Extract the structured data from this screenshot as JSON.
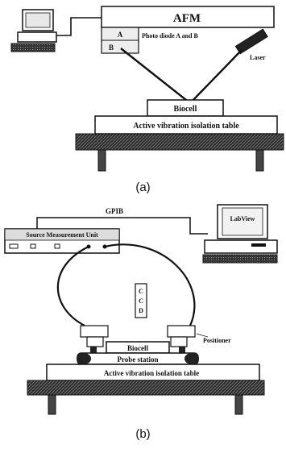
{
  "panel_a": {
    "afm_label": "AFM",
    "photodiode_a": "A",
    "photodiode_b": "B",
    "photodiode_caption": "Photo diode A and B",
    "laser_label": "Laser",
    "biocell_label": "Biocell",
    "table_label": "Active vibration isolation table",
    "caption": "(a)"
  },
  "panel_b": {
    "gpib_label": "GPIB",
    "smu_label": "Source Measurement Unit",
    "labview_label": "LabView",
    "ccd_letters": [
      "C",
      "C",
      "D"
    ],
    "positioner_label": "Positioner",
    "biocell_label": "Biocell",
    "probe_station_label": "Probe station",
    "table_label": "Active vibration isolation table",
    "caption": "(b)"
  }
}
